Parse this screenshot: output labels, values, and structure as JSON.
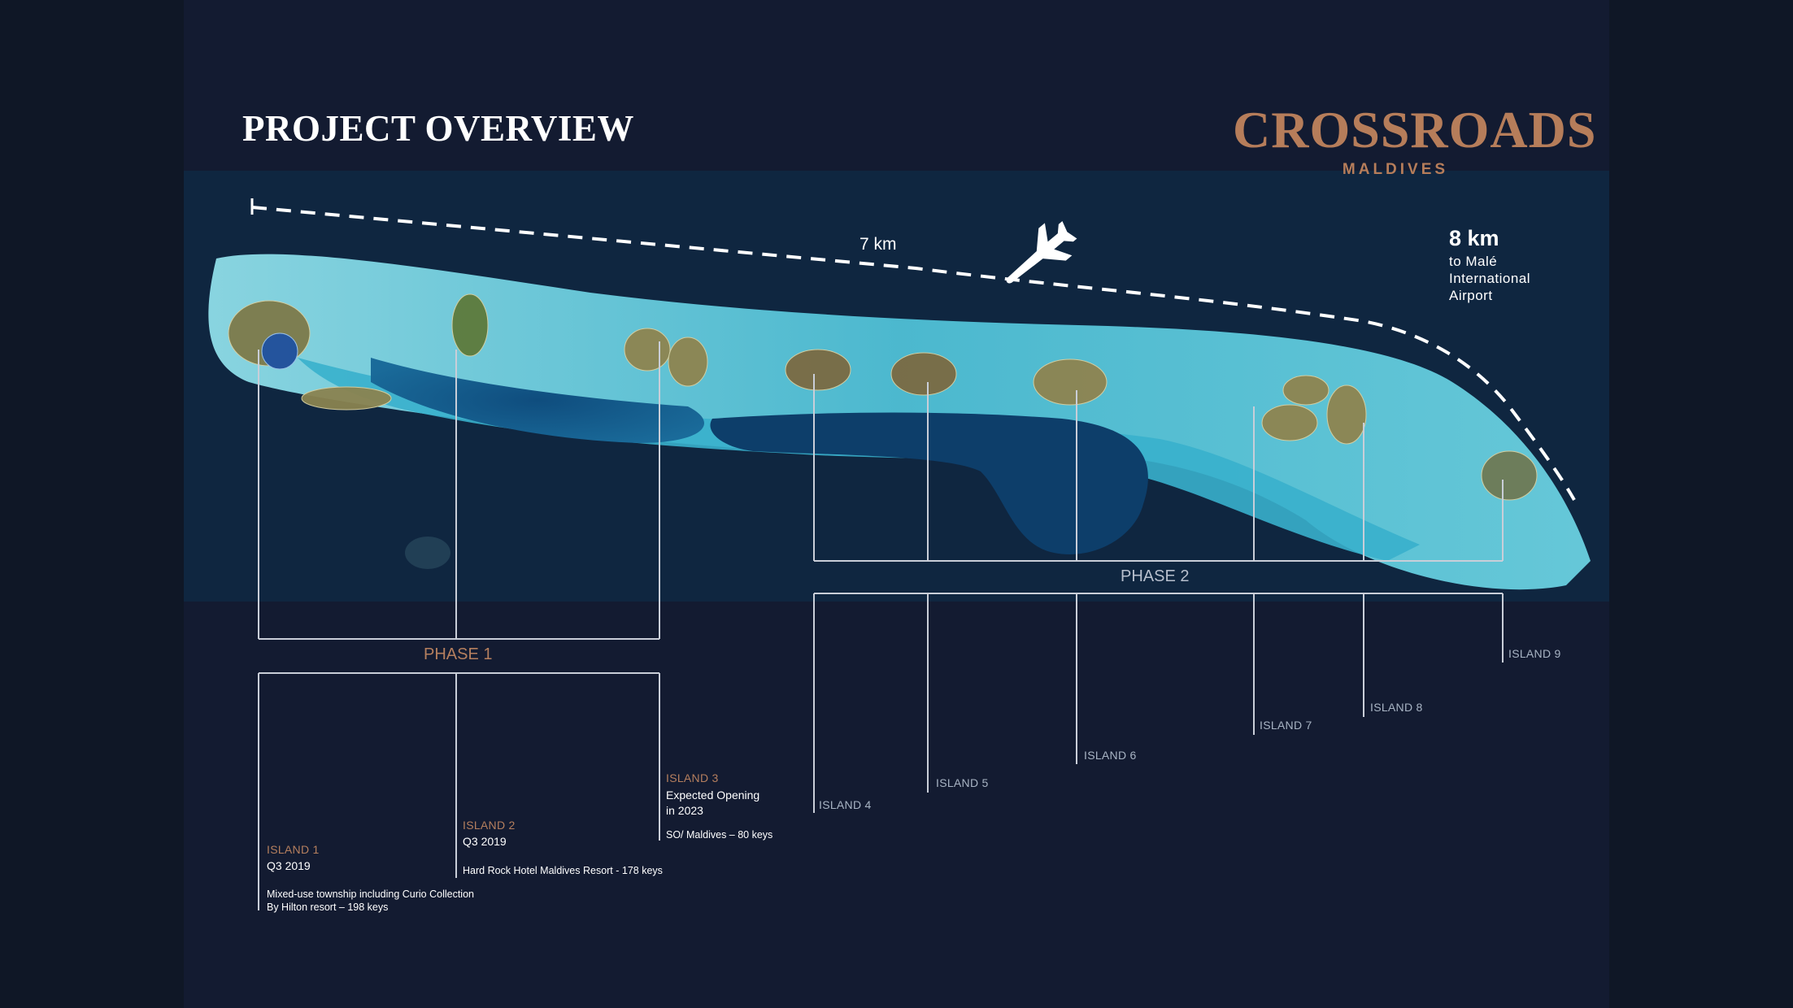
{
  "title": "PROJECT OVERVIEW",
  "logo": {
    "main": "CROSSROADS",
    "sub": "MALDIVES"
  },
  "distance": "7 km",
  "airport": {
    "distance": "8 km",
    "line1": "to Malé",
    "line2": "International",
    "line3": "Airport"
  },
  "phases": {
    "phase1": "PHASE 1",
    "phase2": "PHASE 2"
  },
  "islands": {
    "i1": {
      "label": "ISLAND 1",
      "date": "Q3 2019",
      "desc1": "Mixed-use township including Curio Collection",
      "desc2": "By Hilton resort – 198 keys"
    },
    "i2": {
      "label": "ISLAND 2",
      "date": "Q3 2019",
      "desc": "Hard Rock Hotel Maldives Resort - 178 keys"
    },
    "i3": {
      "label": "ISLAND 3",
      "line1": "Expected Opening",
      "line2": "in 2023",
      "desc": "SO/ Maldives – 80 keys"
    },
    "i4": "ISLAND 4",
    "i5": "ISLAND 5",
    "i6": "ISLAND 6",
    "i7": "ISLAND 7",
    "i8": "ISLAND 8",
    "i9": "ISLAND 9"
  },
  "colors": {
    "background": "#131b31",
    "reef": "#5fc7d8",
    "copper": "#b57f5e",
    "line": "#c9ced8"
  },
  "icons": [
    "airplane-icon"
  ]
}
